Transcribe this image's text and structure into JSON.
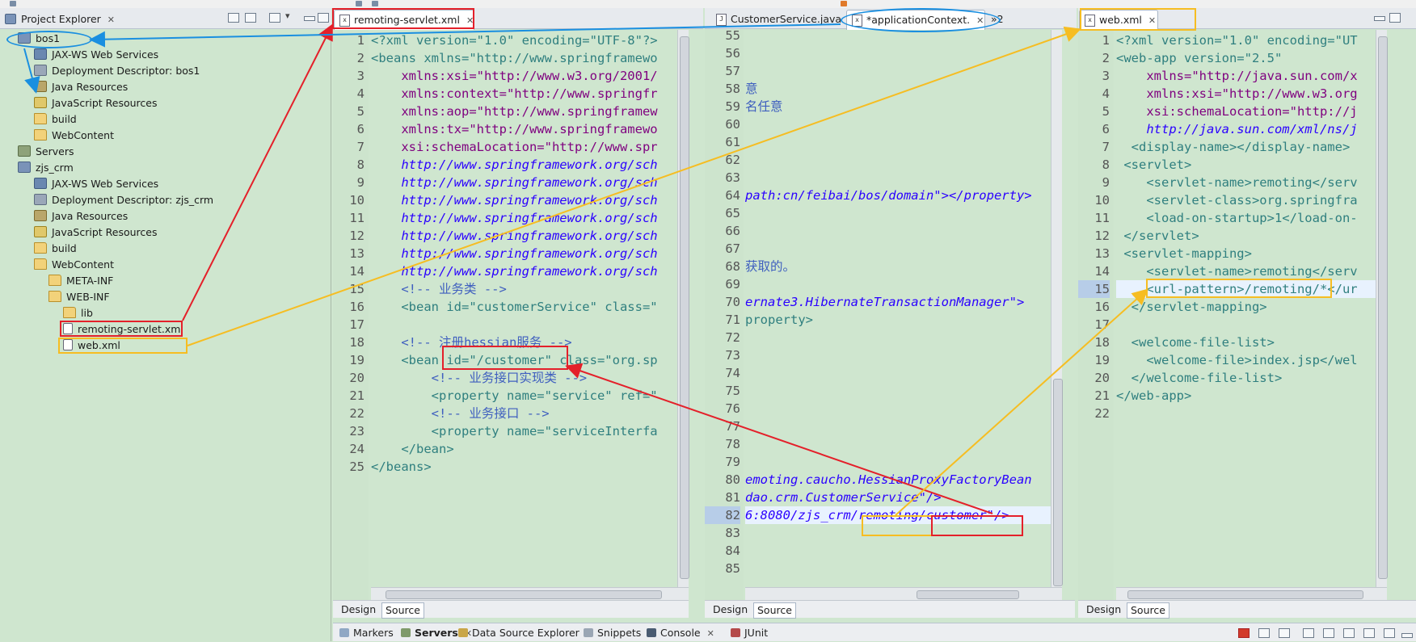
{
  "explorer": {
    "title": "Project Explorer",
    "tree": [
      {
        "label": "bos1",
        "icon": "project-icon"
      },
      {
        "label": "JAX-WS Web Services",
        "icon": "web-services-icon"
      },
      {
        "label": "Deployment Descriptor: bos1",
        "icon": "deployment-descriptor-icon"
      },
      {
        "label": "Java Resources",
        "icon": "java-resources-icon"
      },
      {
        "label": "JavaScript Resources",
        "icon": "javascript-resources-icon"
      },
      {
        "label": "build",
        "icon": "folder-icon"
      },
      {
        "label": "WebContent",
        "icon": "folder-icon"
      },
      {
        "label": "Servers",
        "icon": "servers-icon"
      },
      {
        "label": "zjs_crm",
        "icon": "project-icon"
      },
      {
        "label": "JAX-WS Web Services",
        "icon": "web-services-icon"
      },
      {
        "label": "Deployment Descriptor: zjs_crm",
        "icon": "deployment-descriptor-icon"
      },
      {
        "label": "Java Resources",
        "icon": "java-resources-icon"
      },
      {
        "label": "JavaScript Resources",
        "icon": "javascript-resources-icon"
      },
      {
        "label": "build",
        "icon": "folder-icon"
      },
      {
        "label": "WebContent",
        "icon": "folder-icon"
      },
      {
        "label": "META-INF",
        "icon": "folder-icon"
      },
      {
        "label": "WEB-INF",
        "icon": "folder-icon"
      },
      {
        "label": "lib",
        "icon": "folder-icon"
      },
      {
        "label": "remoting-servlet.xml",
        "icon": "xml-file-icon"
      },
      {
        "label": "web.xml",
        "icon": "xml-file-icon"
      }
    ]
  },
  "editor1": {
    "tab": "remoting-servlet.xml",
    "line_numbers": [
      "1",
      "2",
      "3",
      "4",
      "5",
      "6",
      "7",
      "8",
      "9",
      "10",
      "11",
      "12",
      "13",
      "14",
      "15",
      "16",
      "17",
      "18",
      "19",
      "20",
      "21",
      "22",
      "23",
      "24",
      "25"
    ],
    "lines": [
      "<?xml version=\"1.0\" encoding=\"UTF-8\"?>",
      "<beans xmlns=\"http://www.springframewo",
      "    xmlns:xsi=\"http://www.w3.org/2001/",
      "    xmlns:context=\"http://www.springfr",
      "    xmlns:aop=\"http://www.springframew",
      "    xmlns:tx=\"http://www.springframewo",
      "    xsi:schemaLocation=\"http://www.spr",
      "    http://www.springframework.org/sch",
      "    http://www.springframework.org/sch",
      "    http://www.springframework.org/sch",
      "    http://www.springframework.org/sch",
      "    http://www.springframework.org/sch",
      "    http://www.springframework.org/sch",
      "    http://www.springframework.org/sch",
      "    <!-- 业务类 -->",
      "    <bean id=\"customerService\" class=\"",
      "",
      "    <!-- 注册hessian服务 -->",
      "    <bean id=\"/customer\" class=\"org.sp",
      "        <!-- 业务接口实现类 -->",
      "        <property name=\"service\" ref=\"",
      "        <!-- 业务接口 -->",
      "        <property name=\"serviceInterfa",
      "    </bean>",
      "</beans>"
    ],
    "design_tab": "Design",
    "source_tab": "Source"
  },
  "editor2": {
    "tabs": [
      "CustomerService.java",
      "*applicationContext.",
      "2"
    ],
    "line_numbers": [
      "55",
      "56",
      "57",
      "58",
      "59",
      "60",
      "61",
      "62",
      "63",
      "64",
      "65",
      "66",
      "67",
      "68",
      "69",
      "70",
      "71",
      "72",
      "73",
      "74",
      "75",
      "76",
      "77",
      "78",
      "79",
      "80",
      "81",
      "82",
      "83",
      "84",
      "85"
    ],
    "lines": [
      "",
      "",
      "",
      "意",
      "名任意",
      "",
      "",
      "",
      "",
      "path:cn/feibai/bos/domain\"></property>",
      "",
      "",
      "",
      "获取的。",
      "",
      "ernate3.HibernateTransactionManager\">",
      "property>",
      "",
      "",
      "",
      "",
      "",
      "",
      "",
      "",
      "emoting.caucho.HessianProxyFactoryBean",
      "dao.crm.CustomerService\"/>",
      "6:8080/zjs_crm/remoting/customer\"/>",
      "",
      "",
      ""
    ],
    "design_tab": "Design",
    "source_tab": "Source"
  },
  "editor3": {
    "tab": "web.xml",
    "line_numbers": [
      "1",
      "2",
      "3",
      "4",
      "5",
      "6",
      "7",
      "8",
      "9",
      "10",
      "11",
      "12",
      "13",
      "14",
      "15",
      "16",
      "17",
      "18",
      "19",
      "20",
      "21",
      "22"
    ],
    "lines": [
      "<?xml version=\"1.0\" encoding=\"UT",
      "<web-app version=\"2.5\"",
      "    xmlns=\"http://java.sun.com/x",
      "    xmlns:xsi=\"http://www.w3.org",
      "    xsi:schemaLocation=\"http://j",
      "    http://java.sun.com/xml/ns/j",
      "  <display-name></display-name>",
      " <servlet>",
      "    <servlet-name>remoting</serv",
      "    <servlet-class>org.springfra",
      "    <load-on-startup>1</load-on-",
      " </servlet>",
      " <servlet-mapping>",
      "    <servlet-name>remoting</serv",
      "    <url-pattern>/remoting/*</ur",
      "  </servlet-mapping>",
      "",
      "  <welcome-file-list>",
      "    <welcome-file>index.jsp</wel",
      "  </welcome-file-list>",
      "</web-app>",
      ""
    ],
    "design_tab": "Design",
    "source_tab": "Source"
  },
  "bottom_tabs": [
    {
      "label": "Markers",
      "icon": "markers-icon"
    },
    {
      "label": "Servers",
      "icon": "servers-icon"
    },
    {
      "label": "Data Source Explorer",
      "icon": "data-source-icon"
    },
    {
      "label": "Snippets",
      "icon": "snippets-icon"
    },
    {
      "label": "Console",
      "icon": "console-icon"
    },
    {
      "label": "JUnit",
      "icon": "junit-icon"
    }
  ],
  "colors": {
    "editor_bg": "#cfe6cf",
    "annotation_red": "#e4202a",
    "annotation_yellow": "#f6bd22",
    "annotation_blue": "#1a8fe0"
  }
}
